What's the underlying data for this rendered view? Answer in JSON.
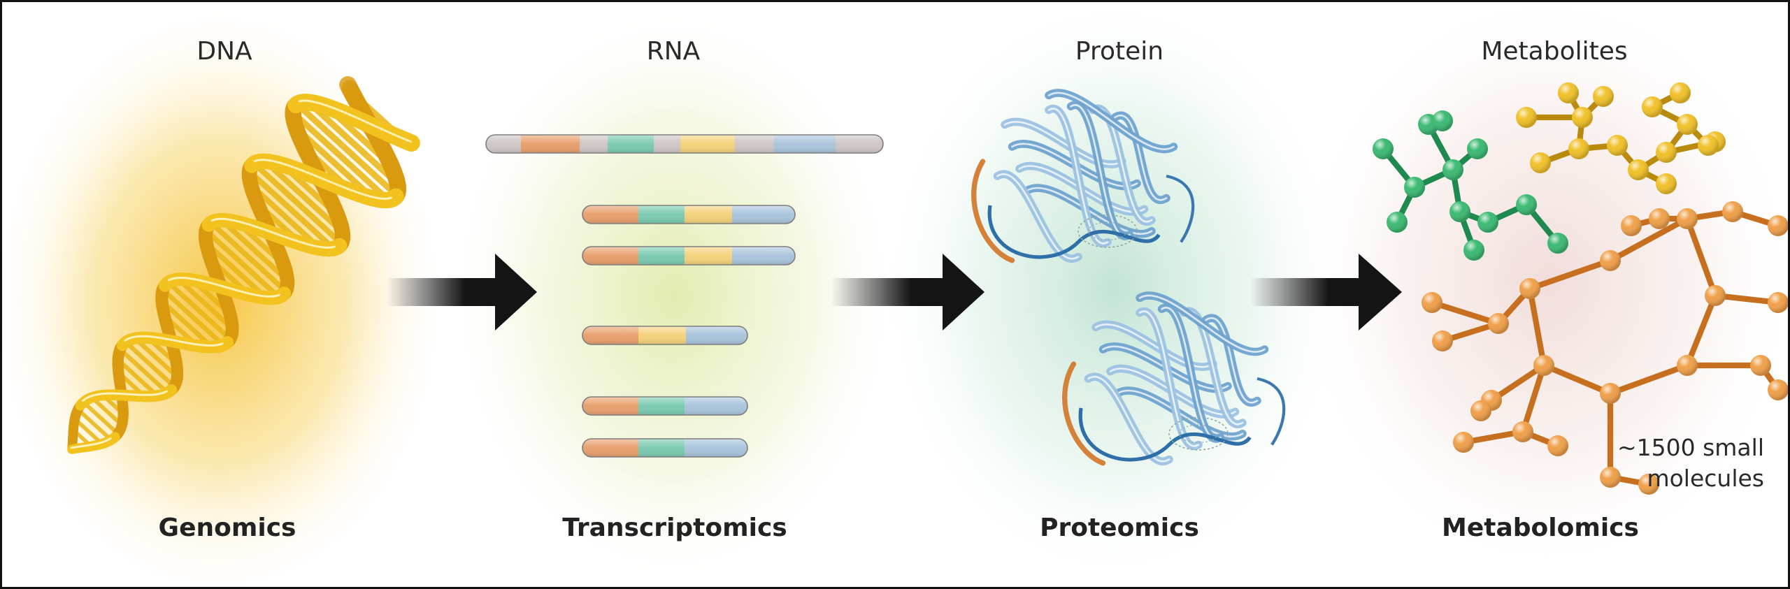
{
  "stages": [
    {
      "id": "dna",
      "top_label": "DNA",
      "bottom_label": "Genomics"
    },
    {
      "id": "rna",
      "top_label": "RNA",
      "bottom_label": "Transcriptomics"
    },
    {
      "id": "protein",
      "top_label": "Protein",
      "bottom_label": "Proteomics"
    },
    {
      "id": "metabolites",
      "top_label": "Metabolites",
      "bottom_label": "Metabolomics"
    }
  ],
  "metabolite_note": {
    "line1": "~1500 small",
    "line2": "molecules"
  },
  "colors": {
    "dna_glow": "#f6c23a",
    "rna_glow": "#dfe9a6",
    "protein_glow": "#bfe3d2",
    "metabolite_glow": "#efd9d6",
    "exon_orange": "#e8a06e",
    "exon_teal": "#7ccbb1",
    "exon_yellow": "#f4d27c",
    "exon_blue": "#a9c4dc",
    "intron_gray": "#cfc6c6",
    "arrow": "#141414",
    "molecule_green": "#3cba72",
    "molecule_yellow": "#f0c12a",
    "molecule_orange": "#f0a04a"
  }
}
